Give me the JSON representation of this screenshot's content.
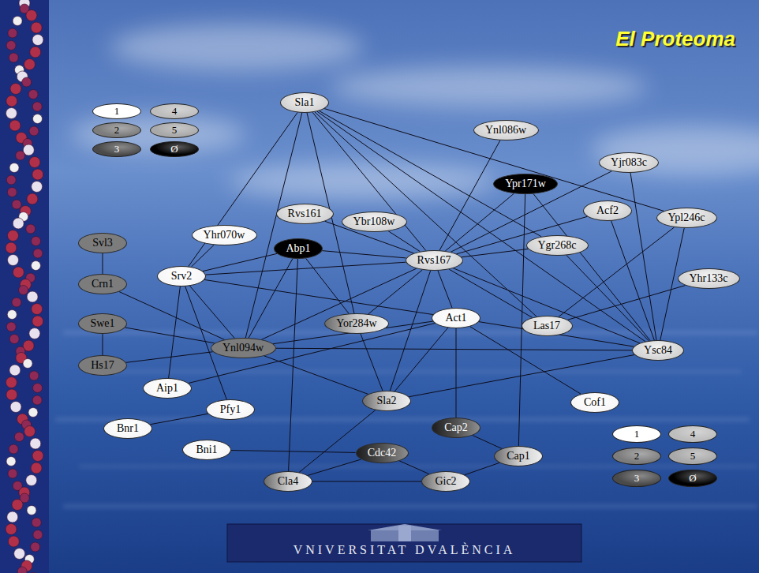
{
  "diagram": {
    "title": "El Proteoma",
    "nodes": [
      {
        "text": [
          "Sla1"
        ]
      },
      {
        "text": [
          "Ynl086w"
        ]
      },
      {
        "text": [
          "Yjr083c"
        ]
      },
      {
        "text": [
          "Ypr171w"
        ]
      },
      {
        "text": [
          "Acf2"
        ]
      },
      {
        "text": [
          "Rvs161"
        ]
      },
      {
        "text": [
          "Ypl246c"
        ]
      },
      {
        "text": [
          "Ybr108w"
        ]
      },
      {
        "text": [
          "Yhr070w"
        ]
      },
      {
        "text": [
          "Svl3"
        ]
      },
      {
        "text": [
          "Ygr268c"
        ]
      },
      {
        "text": [
          "Abp1"
        ]
      },
      {
        "text": [
          "Rvs167"
        ]
      },
      {
        "text": [
          "Srv2"
        ]
      },
      {
        "text": [
          "Yhr133c"
        ]
      },
      {
        "text": [
          "Crn1"
        ]
      },
      {
        "text": [
          "Act1"
        ]
      },
      {
        "text": [
          "Yor284w"
        ]
      },
      {
        "text": [
          "Swe1"
        ]
      },
      {
        "text": [
          "Las17"
        ]
      },
      {
        "text": [
          "Ynl094w"
        ]
      },
      {
        "text": [
          "Ysc84"
        ]
      },
      {
        "text": [
          "Hs17"
        ]
      },
      {
        "text": [
          "Aip1"
        ]
      },
      {
        "text": [
          "Sla2"
        ]
      },
      {
        "text": [
          "Cof1"
        ]
      },
      {
        "text": [
          "Pfy1"
        ]
      },
      {
        "text": [
          "Cap2"
        ]
      },
      {
        "text": [
          "Bnr1"
        ]
      },
      {
        "text": [
          "Bni1"
        ]
      },
      {
        "text": [
          "Cdc42"
        ]
      },
      {
        "text": [
          "Cap1"
        ]
      },
      {
        "text": [
          "Gic2"
        ]
      },
      {
        "text": [
          "Cla4"
        ]
      }
    ],
    "edges": [
      {
        "from": 0,
        "to": 13,
        "arrow": "none"
      },
      {
        "from": 0,
        "to": 20,
        "arrow": "none"
      },
      {
        "from": 0,
        "to": 17,
        "arrow": "none"
      },
      {
        "from": 0,
        "to": 12,
        "arrow": "none"
      },
      {
        "from": 0,
        "to": 19,
        "arrow": "none"
      },
      {
        "from": 0,
        "to": 21,
        "arrow": "none"
      },
      {
        "from": 0,
        "to": 6,
        "arrow": "none"
      },
      {
        "from": 0,
        "to": 10,
        "arrow": "none"
      },
      {
        "from": 12,
        "to": 1,
        "arrow": "none"
      },
      {
        "from": 12,
        "to": 3,
        "arrow": "none"
      },
      {
        "from": 12,
        "to": 2,
        "arrow": "none"
      },
      {
        "from": 12,
        "to": 4,
        "arrow": "none"
      },
      {
        "from": 12,
        "to": 10,
        "arrow": "none"
      },
      {
        "from": 12,
        "to": 5,
        "arrow": "none"
      },
      {
        "from": 12,
        "to": 7,
        "arrow": "none"
      },
      {
        "from": 12,
        "to": 11,
        "arrow": "none"
      },
      {
        "from": 12,
        "to": 13,
        "arrow": "none"
      },
      {
        "from": 12,
        "to": 20,
        "arrow": "none"
      },
      {
        "from": 12,
        "to": 17,
        "arrow": "none"
      },
      {
        "from": 12,
        "to": 24,
        "arrow": "none"
      },
      {
        "from": 12,
        "to": 16,
        "arrow": "none"
      },
      {
        "from": 12,
        "to": 19,
        "arrow": "none"
      },
      {
        "from": 12,
        "to": 21,
        "arrow": "none"
      },
      {
        "from": 21,
        "to": 2,
        "arrow": "none"
      },
      {
        "from": 21,
        "to": 4,
        "arrow": "none"
      },
      {
        "from": 21,
        "to": 6,
        "arrow": "none"
      },
      {
        "from": 21,
        "to": 3,
        "arrow": "none"
      },
      {
        "from": 21,
        "to": 16,
        "arrow": "none"
      },
      {
        "from": 21,
        "to": 24,
        "arrow": "none"
      },
      {
        "from": 21,
        "to": 20,
        "arrow": "none"
      },
      {
        "from": 21,
        "to": 10,
        "arrow": "none"
      },
      {
        "from": 19,
        "to": 14,
        "arrow": "none"
      },
      {
        "from": 19,
        "to": 6,
        "arrow": "none"
      },
      {
        "from": 13,
        "to": 8,
        "arrow": "none"
      },
      {
        "from": 13,
        "to": 11,
        "arrow": "none"
      },
      {
        "from": 13,
        "to": 16,
        "arrow": "none"
      },
      {
        "from": 13,
        "to": 23,
        "arrow": "none"
      },
      {
        "from": 13,
        "to": 26,
        "arrow": "none"
      },
      {
        "from": 13,
        "to": 20,
        "arrow": "none"
      },
      {
        "from": 11,
        "to": 20,
        "arrow": "none"
      },
      {
        "from": 11,
        "to": 17,
        "arrow": "none"
      },
      {
        "from": 11,
        "to": 33,
        "arrow": "none"
      },
      {
        "from": 3,
        "to": 31,
        "arrow": "none"
      },
      {
        "from": 16,
        "to": 27,
        "arrow": "none"
      },
      {
        "from": 16,
        "to": 25,
        "arrow": "none"
      },
      {
        "from": 16,
        "to": 23,
        "arrow": "none"
      },
      {
        "from": 16,
        "to": 20,
        "arrow": "none"
      },
      {
        "from": 16,
        "to": 24,
        "arrow": "none"
      },
      {
        "from": 15,
        "to": 9,
        "arrow": "none"
      },
      {
        "from": 15,
        "to": 20,
        "arrow": "none"
      },
      {
        "from": 18,
        "to": 22,
        "arrow": "none"
      },
      {
        "from": 18,
        "to": 20,
        "arrow": "none"
      },
      {
        "from": 22,
        "to": 20,
        "arrow": "none"
      },
      {
        "from": 20,
        "to": 24,
        "arrow": "none"
      },
      {
        "from": 17,
        "to": 24,
        "arrow": "none"
      },
      {
        "from": 24,
        "to": 33,
        "arrow": "none"
      },
      {
        "from": 26,
        "to": 28,
        "arrow": "none"
      },
      {
        "from": 29,
        "to": 30,
        "arrow": "none"
      },
      {
        "from": 33,
        "to": 30,
        "arrow": "none"
      },
      {
        "from": 33,
        "to": 32,
        "arrow": "none"
      },
      {
        "from": 30,
        "to": 32,
        "arrow": "none"
      },
      {
        "from": 32,
        "to": 31,
        "arrow": "none"
      },
      {
        "from": 31,
        "to": 27,
        "arrow": "none"
      }
    ],
    "labels": [
      "VNIVERSITAT DVALÈNCIA"
    ],
    "legend": [
      {
        "text": "1",
        "color": "#ffffff"
      },
      {
        "text": "2",
        "color": "#7c7c7c"
      },
      {
        "text": "3",
        "color": "#4a4a4a"
      },
      {
        "text": "4",
        "color": "#bdbdbd"
      },
      {
        "text": "5",
        "color": "#a9a9a9"
      },
      {
        "text": "Ø",
        "color": "#000000"
      },
      {
        "text": "1",
        "color": "#ffffff"
      },
      {
        "text": "2",
        "color": "#7c7c7c"
      },
      {
        "text": "3",
        "color": "#4a4a4a"
      },
      {
        "text": "4",
        "color": "#bdbdbd"
      },
      {
        "text": "5",
        "color": "#a9a9a9"
      },
      {
        "text": "Ø",
        "color": "#000000"
      }
    ]
  }
}
